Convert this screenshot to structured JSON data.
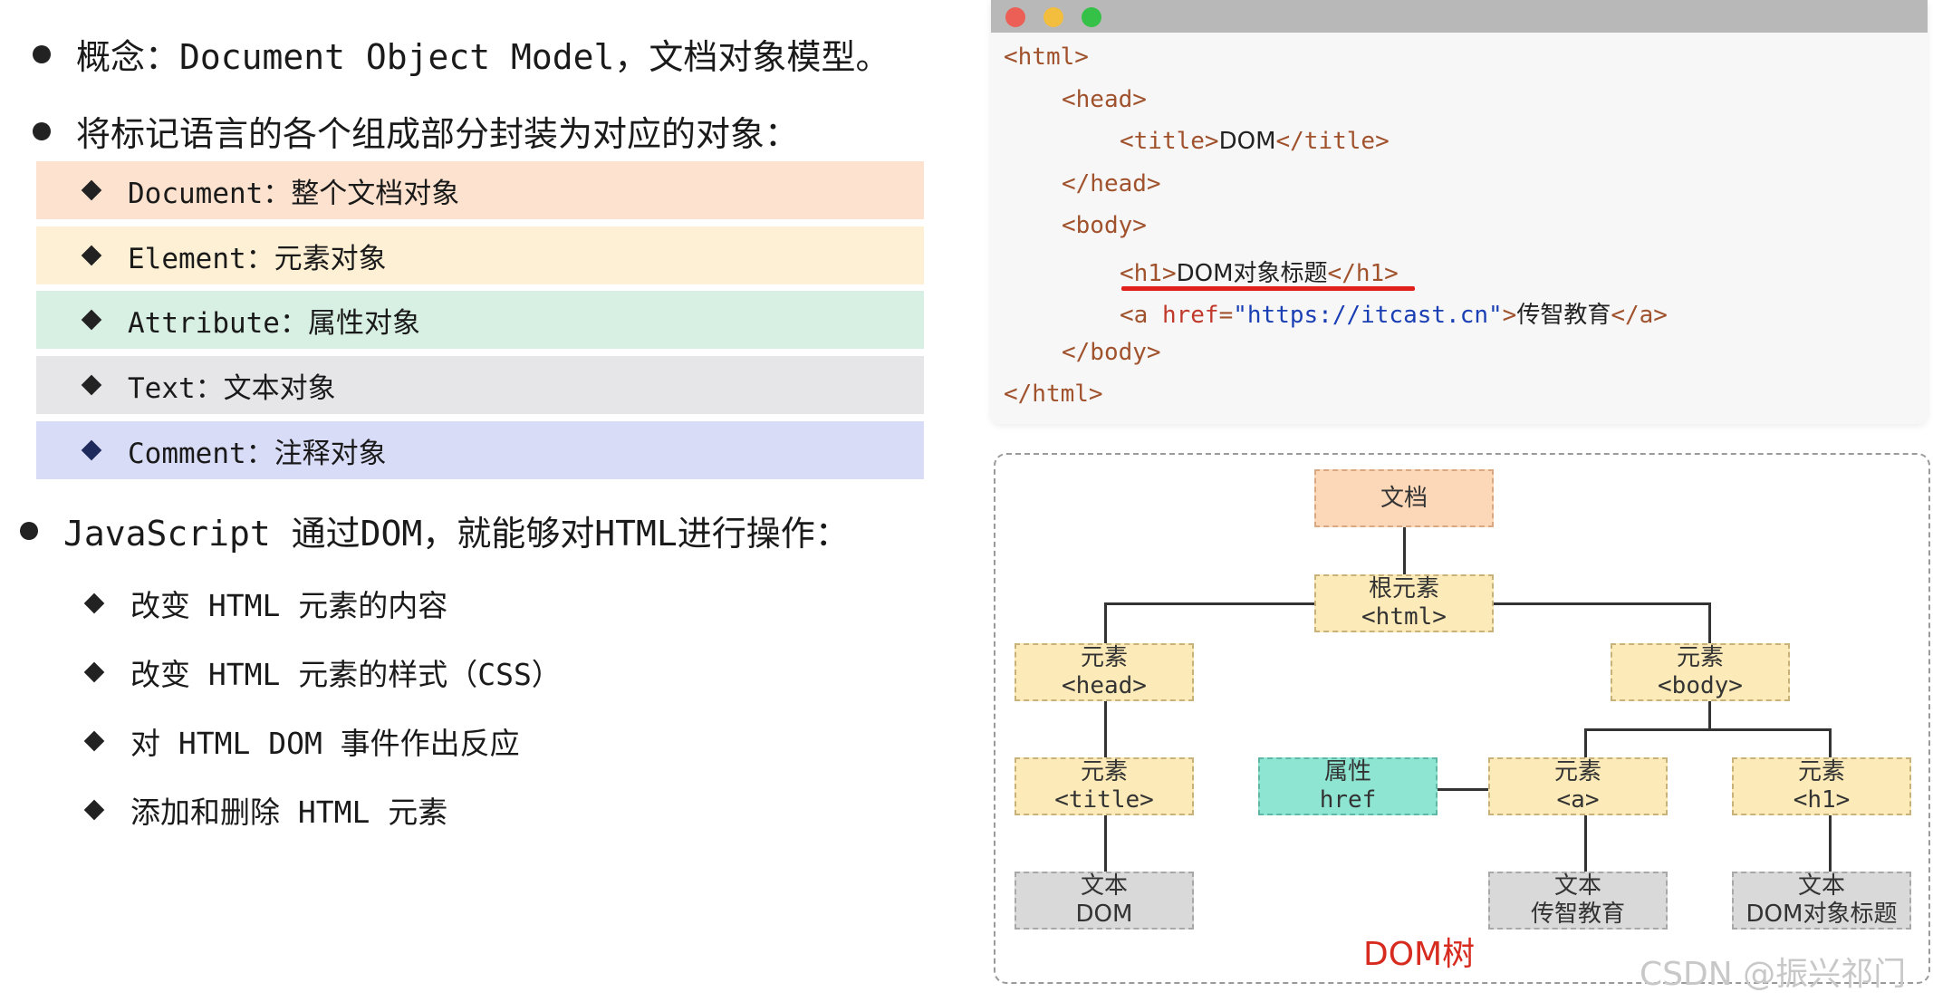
{
  "concept": "概念：Document Object Model，文档对象模型。",
  "encapsulate": "将标记语言的各个组成部分封装为对应的对象：",
  "objects": [
    {
      "text": "Document：整个文档对象",
      "color": "#fde3cf"
    },
    {
      "text": "Element：元素对象",
      "color": "#fdf0d4"
    },
    {
      "text": "Attribute：属性对象",
      "color": "#d8efe3"
    },
    {
      "text": "Text：文本对象",
      "color": "#e6e6e8"
    },
    {
      "text": "Comment：注释对象",
      "color": "#d9dcf7"
    }
  ],
  "js_line": "JavaScript 通过DOM，就能够对HTML进行操作：",
  "operations": [
    "改变 HTML 元素的内容",
    "改变 HTML 元素的样式（CSS）",
    "对 HTML DOM 事件作出反应",
    "添加和删除 HTML 元素"
  ],
  "code": {
    "l1": "<html>",
    "l2": "<head>",
    "l3_open": "<title>",
    "l3_text": "DOM",
    "l3_close": "</title>",
    "l4": "</head>",
    "l5": "<body>",
    "l6_open": "<h1>",
    "l6_text": "DOM对象标题",
    "l6_close": "</h1>",
    "l7_open": "<a ",
    "l7_attr": "href",
    "l7_eq": "=",
    "l7_val": "\"https://itcast.cn\"",
    "l7_gt": ">",
    "l7_text": "传智教育",
    "l7_close": "</a>",
    "l8": "</body>",
    "l9": "</html>"
  },
  "window_buttons": {
    "close": "#ec5f57",
    "minimize": "#f3bd3d",
    "maximize": "#35c148"
  },
  "tree": {
    "doc": "文档",
    "root": {
      "l1": "根元素",
      "l2": "<html>"
    },
    "head": {
      "l1": "元素",
      "l2": "<head>"
    },
    "body": {
      "l1": "元素",
      "l2": "<body>"
    },
    "title": {
      "l1": "元素",
      "l2": "<title>"
    },
    "href": {
      "l1": "属性",
      "l2": "href"
    },
    "a": {
      "l1": "元素",
      "l2": "<a>"
    },
    "h1": {
      "l1": "元素",
      "l2": "<h1>"
    },
    "text_dom": {
      "l1": "文本",
      "l2": "DOM"
    },
    "text_a": {
      "l1": "文本",
      "l2": "传智教育"
    },
    "text_h1": {
      "l1": "文本",
      "l2": "DOM对象标题"
    },
    "label": "DOM树"
  },
  "watermark": "CSDN @振兴祁门"
}
